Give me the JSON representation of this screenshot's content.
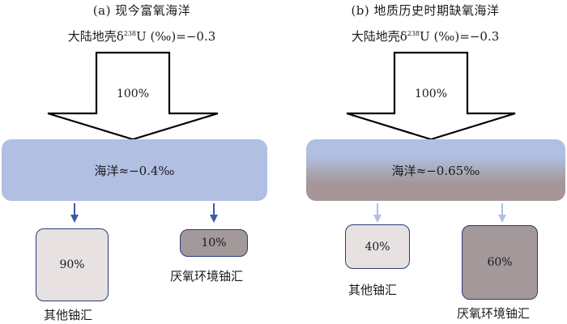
{
  "panel_a": {
    "title": "(a) 现今富氧海洋",
    "crust_label_prefix": "大陆地壳δ",
    "crust_label_sup": "238",
    "crust_label_suffix": "U (‰)=−0.3",
    "input_percent": "100%",
    "ocean_label": "海洋≈−0.4‰",
    "other_sink_percent": "90%",
    "other_sink_label": "其他铀汇",
    "anoxic_sink_percent": "10%",
    "anoxic_sink_label": "厌氧环境铀汇"
  },
  "panel_b": {
    "title": "(b)  地质历史时期缺氧海洋",
    "crust_label_prefix": "大陆地壳δ",
    "crust_label_sup": "238",
    "crust_label_suffix": "U (‰)=−0.3",
    "input_percent": "100%",
    "ocean_label": "海洋≈−0.65‰",
    "other_sink_percent": "40%",
    "other_sink_label": "其他铀汇",
    "anoxic_sink_percent": "60%",
    "anoxic_sink_label": "厌氧环境铀汇"
  },
  "colors": {
    "oxic_ocean": "#b0bfe2",
    "anoxic_ocean": "#a69697",
    "other_sink_fill": "#e7e1e1",
    "anoxic_sink_fill": "#a3989a",
    "arrow_blue": "#3d57a8",
    "arrow_light": "#b0bfe2"
  }
}
